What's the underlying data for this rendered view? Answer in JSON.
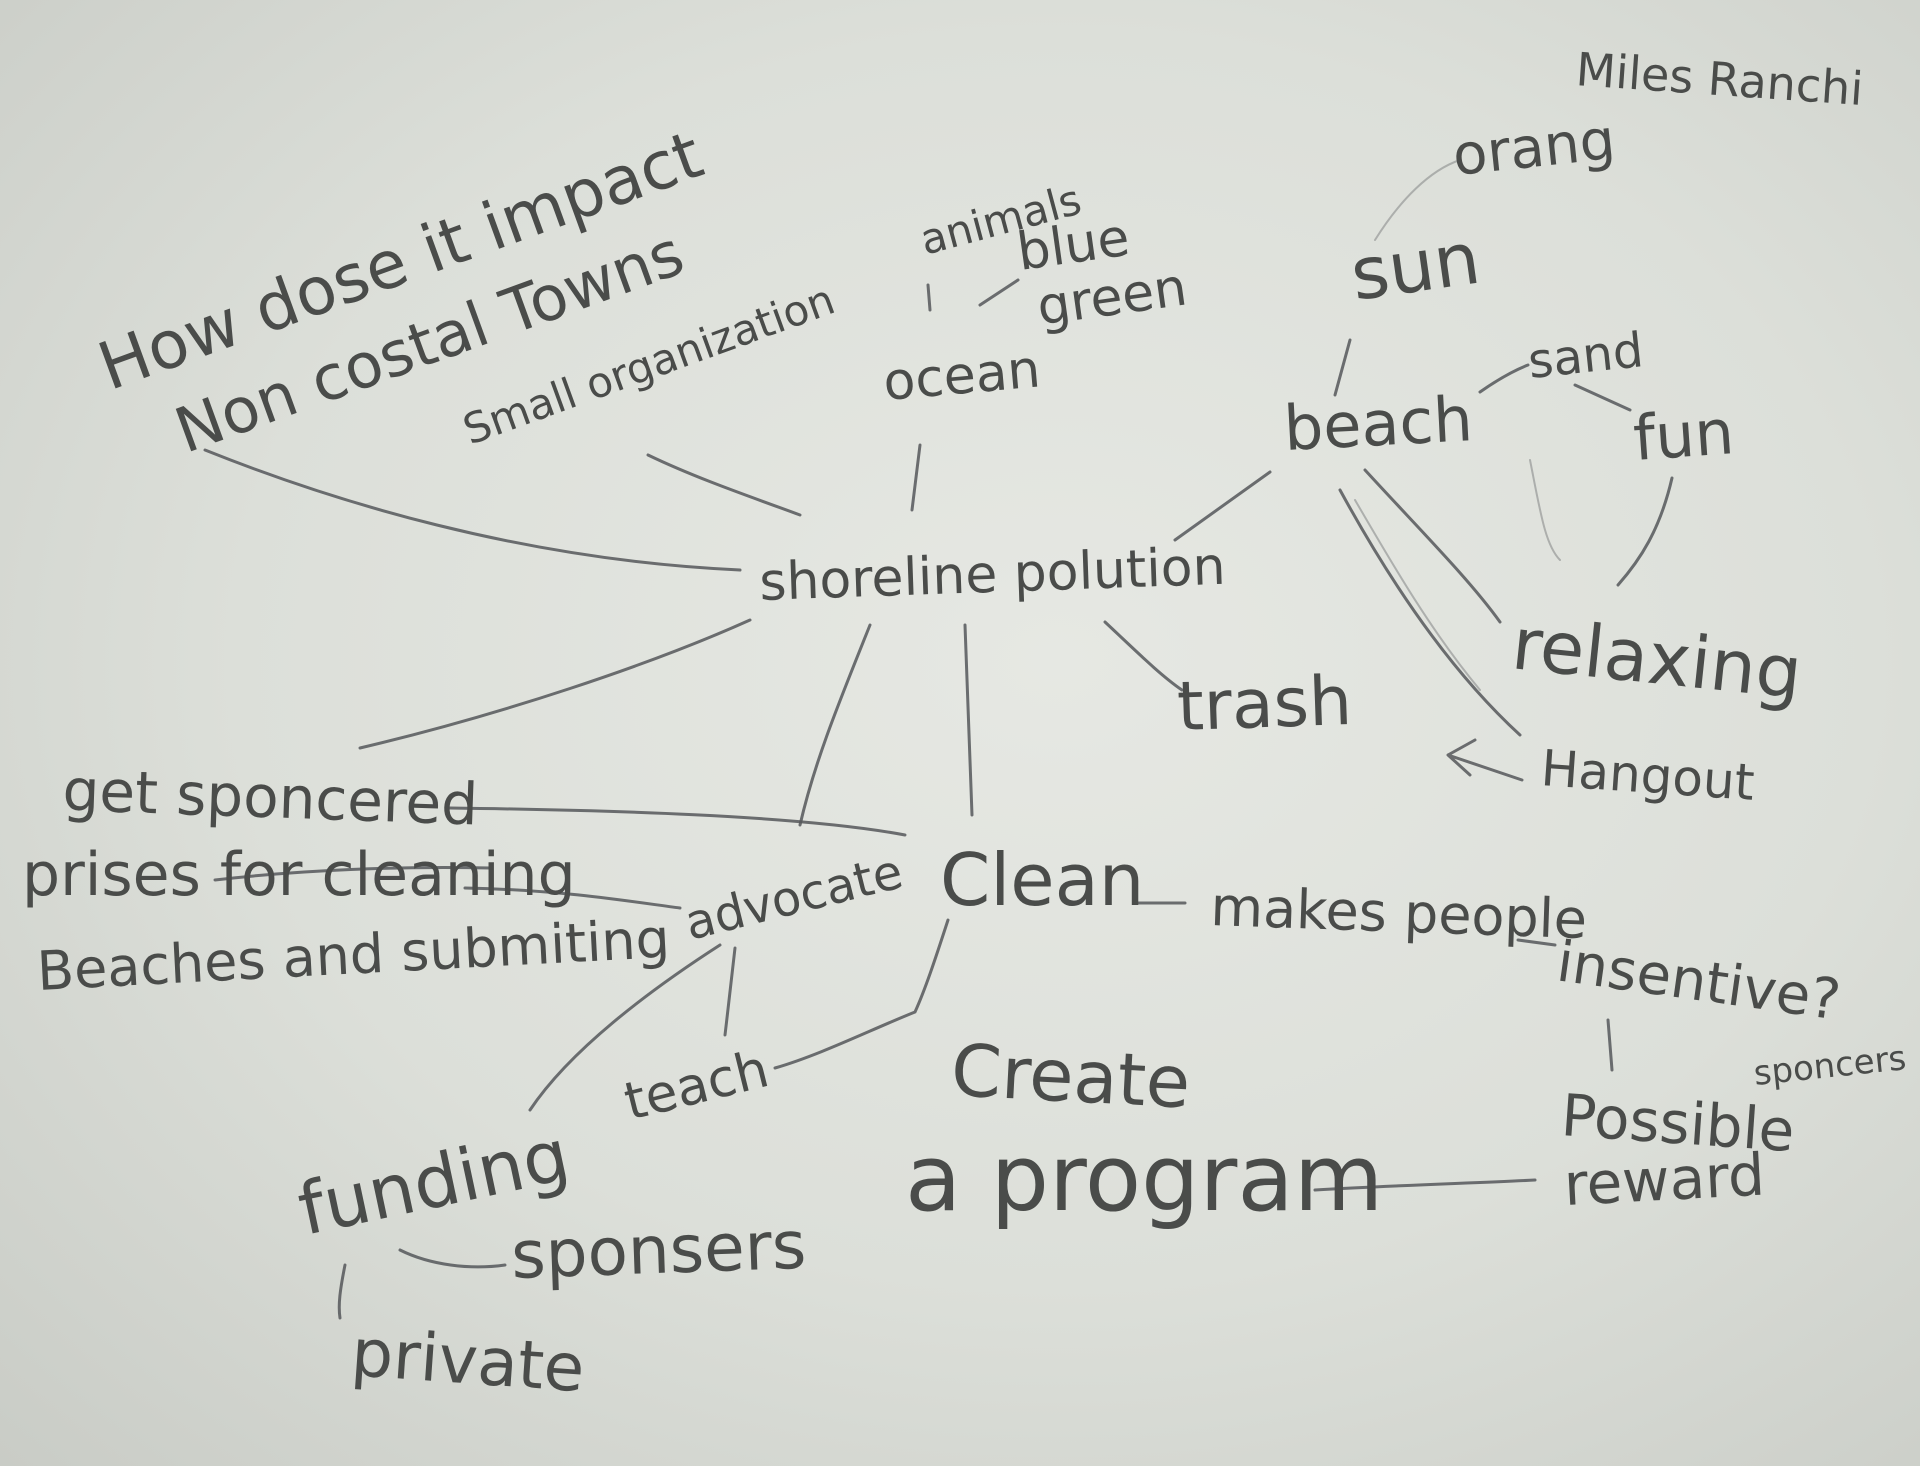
{
  "author": "Miles Ranchi",
  "center": "shoreline polution",
  "question": [
    "How dose it impact",
    "Non costal Towns"
  ],
  "nodes": {
    "small_org": "Small organization",
    "animals": "animals",
    "blue": "blue",
    "green": "green",
    "ocean": "ocean",
    "sun": "sun",
    "orange": "orang",
    "beach": "beach",
    "sand": "sand",
    "fun": "fun",
    "relaxing": "relaxing",
    "trash": "trash",
    "hangout": "Hangout",
    "get_sponsored": "get sponcered",
    "prizes": "prises for cleaning",
    "beaches_submit": "Beaches and submiting",
    "advocate": "advocate",
    "clean": "Clean",
    "makes_people": "makes people",
    "insentive": "insentive?",
    "sponcers_small": "sponcers",
    "possible": "Possible",
    "reward": "reward",
    "create": "Create",
    "program": "a program",
    "teach": "teach",
    "funding": "funding",
    "sponsors": "sponsers",
    "private": "private"
  }
}
